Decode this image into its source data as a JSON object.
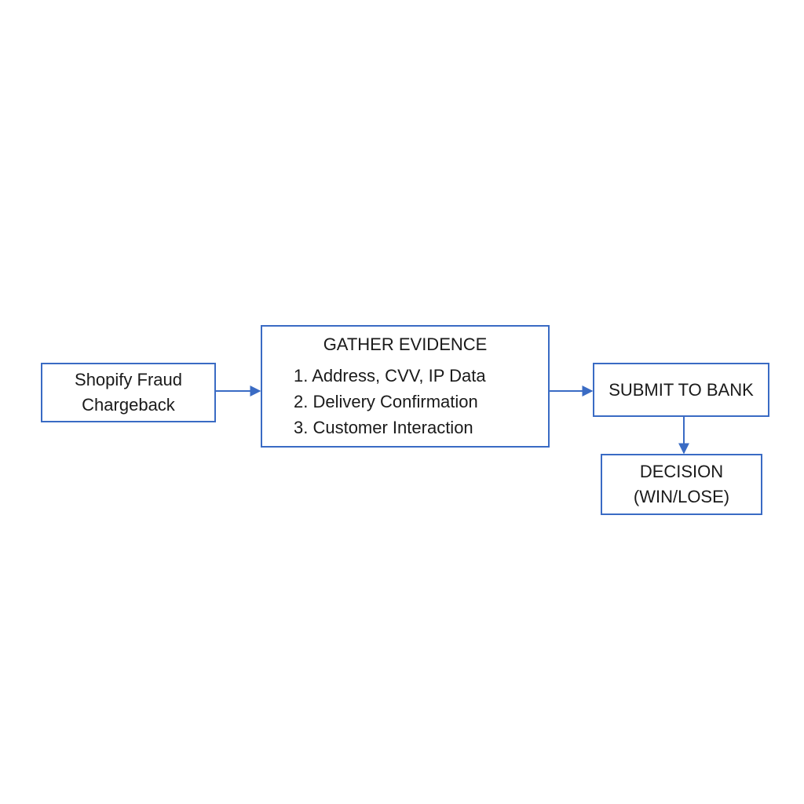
{
  "colors": {
    "stroke": "#3a6bc4",
    "text": "#1a1a1a",
    "background": "#ffffff"
  },
  "nodes": {
    "start": {
      "line1": "Shopify Fraud",
      "line2": "Chargeback"
    },
    "gather": {
      "heading": "GATHER EVIDENCE",
      "steps": [
        "1. Address, CVV, IP Data",
        "2. Delivery Confirmation",
        "3. Customer Interaction"
      ]
    },
    "submit": {
      "label": "SUBMIT TO BANK"
    },
    "decision": {
      "line1": "DECISION",
      "line2": "(WIN/LOSE)"
    }
  },
  "edges": [
    {
      "from": "start",
      "to": "gather"
    },
    {
      "from": "gather",
      "to": "submit"
    },
    {
      "from": "submit",
      "to": "decision"
    }
  ]
}
